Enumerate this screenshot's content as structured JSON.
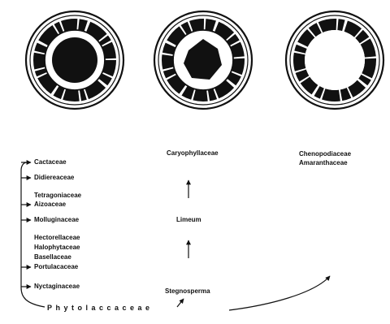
{
  "colors": {
    "ink": "#111111",
    "paper": "#ffffff"
  },
  "sections": [
    {
      "name": "perisperm-circle",
      "fill": "dark-round"
    },
    {
      "name": "perisperm-circle",
      "fill": "dark-hexagon"
    },
    {
      "name": "perisperm-circle",
      "fill": "empty"
    }
  ],
  "families_left": [
    "Cactaceae",
    "Didiereaceae",
    "Tetragoniaceae",
    "Aizoaceae",
    "Molluginaceae",
    "Hectorellaceae",
    "Halophytaceae",
    "Basellaceae",
    "Portulacaceae",
    "Nyctaginaceae"
  ],
  "center_column": {
    "top": "Caryophyllaceae",
    "middle": "Limeum",
    "bottom": "Stegnosperma"
  },
  "right_column": {
    "line1": "Chenopodiaceae",
    "line2": "Amaranthaceae"
  },
  "root_label": "Phytolaccaceae"
}
